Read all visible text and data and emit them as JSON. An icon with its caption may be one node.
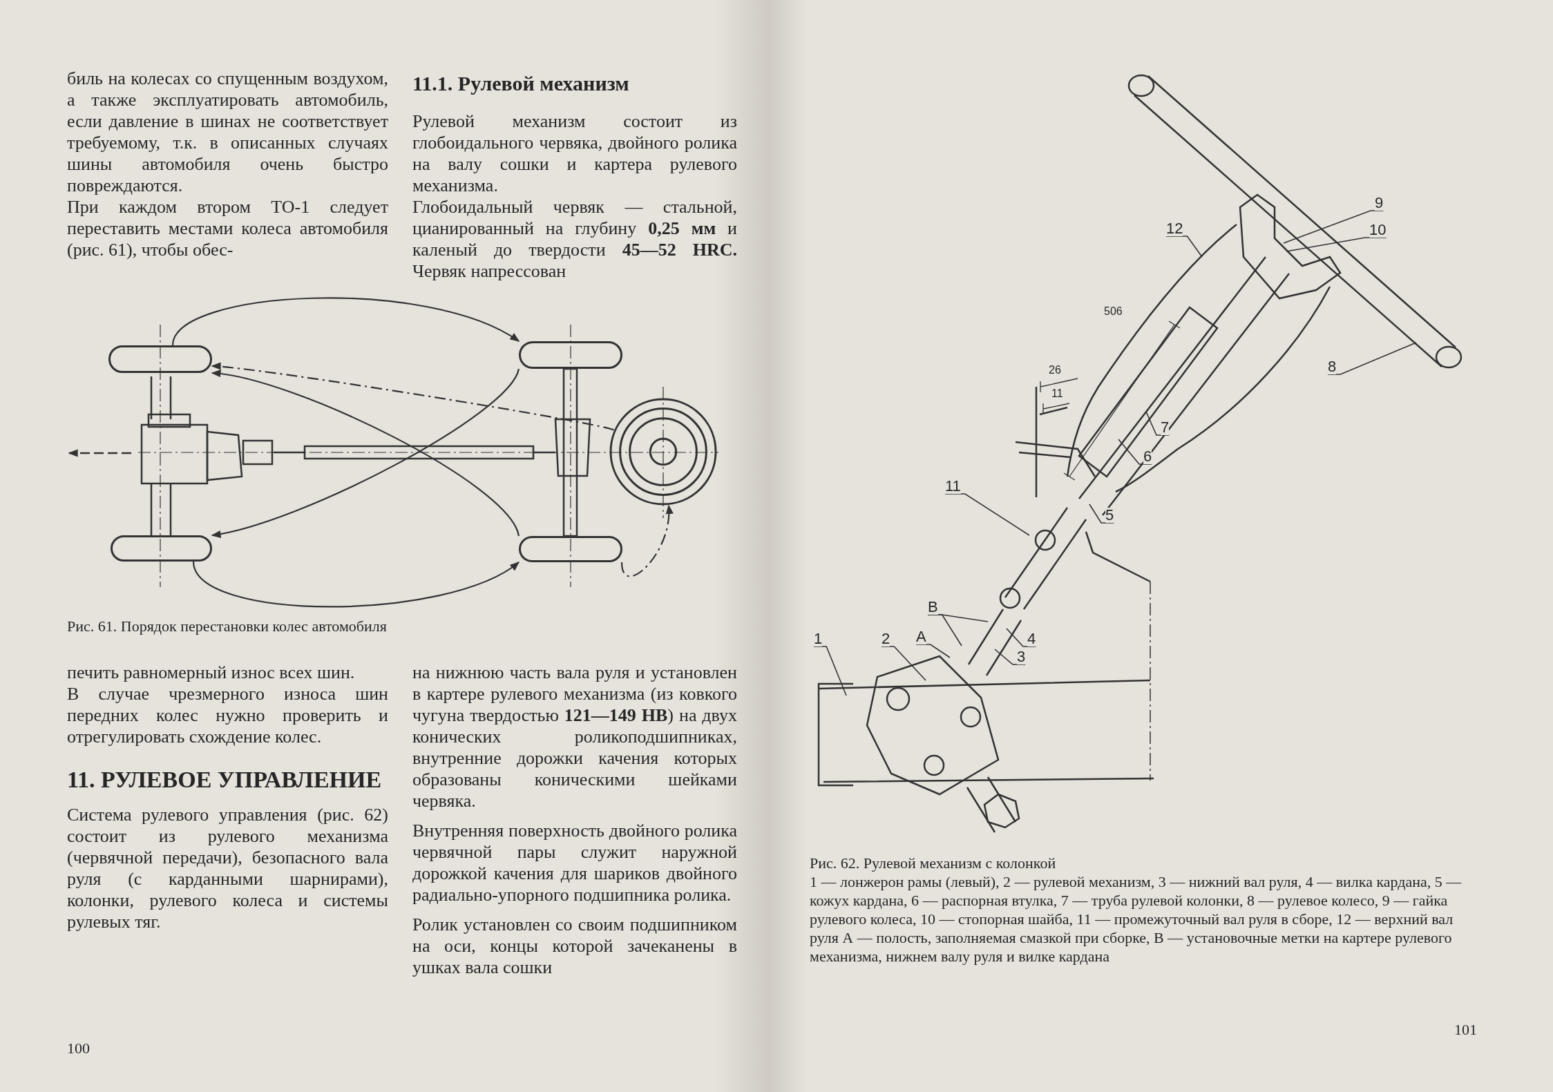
{
  "diagram": {
    "nodes": [
      {
        "text": [],
        "shape": "wheel"
      },
      {
        "text": [],
        "shape": "wheel"
      },
      {
        "text": [],
        "shape": "wheel"
      },
      {
        "text": [],
        "shape": "wheel"
      },
      {
        "text": [],
        "shape": "wheel"
      },
      {
        "text": [
          "9"
        ]
      },
      {
        "text": [
          "12"
        ]
      },
      {
        "text": [
          "10"
        ]
      },
      {
        "text": [
          "8"
        ]
      },
      {
        "text": [
          "7"
        ]
      },
      {
        "text": [
          "6"
        ]
      },
      {
        "text": [
          "11"
        ]
      },
      {
        "text": [
          "5"
        ]
      },
      {
        "text": [
          "В"
        ]
      },
      {
        "text": [
          "1"
        ]
      },
      {
        "text": [
          "2"
        ]
      },
      {
        "text": [
          "А"
        ]
      },
      {
        "text": [
          "4"
        ]
      },
      {
        "text": [
          "3"
        ]
      }
    ],
    "edges": [
      {
        "from": 0,
        "to": 2,
        "arrow": "to"
      },
      {
        "from": 4,
        "to": 0,
        "arrow": "to",
        "style": "dashed"
      },
      {
        "from": 3,
        "to": 0,
        "arrow": "to"
      },
      {
        "from": 2,
        "to": 1,
        "arrow": "to"
      },
      {
        "from": 1,
        "to": 3,
        "arrow": "to"
      },
      {
        "from": 3,
        "to": 4,
        "arrow": "to",
        "style": "dashed"
      },
      {
        "from": 5,
        "to": null,
        "arrow": "none"
      },
      {
        "from": 6,
        "to": null,
        "arrow": "none"
      },
      {
        "from": 7,
        "to": null,
        "arrow": "none"
      },
      {
        "from": 8,
        "to": null,
        "arrow": "none"
      },
      {
        "from": 9,
        "to": null,
        "arrow": "none"
      },
      {
        "from": 10,
        "to": null,
        "arrow": "none"
      },
      {
        "from": 11,
        "to": null,
        "arrow": "none"
      },
      {
        "from": 12,
        "to": null,
        "arrow": "none"
      },
      {
        "from": 13,
        "to": null,
        "arrow": "none"
      },
      {
        "from": 13,
        "to": null,
        "arrow": "none"
      },
      {
        "from": 14,
        "to": null,
        "arrow": "none"
      },
      {
        "from": 15,
        "to": null,
        "arrow": "none"
      },
      {
        "from": 16,
        "to": null,
        "arrow": "none"
      },
      {
        "from": 17,
        "to": null,
        "arrow": "none"
      },
      {
        "from": 18,
        "to": null,
        "arrow": "none"
      }
    ],
    "labels": [
      "биль на колесах со спущенным воздухом, а также эксплуатировать автомобиль, если давление в шинах не соответствует требуемому, т.к. в описанных случаях шины автомобиля очень быстро повреждаются.",
      "При каждом втором ТО-1 следует переставить местами колеса автомобиля (рис. 61), чтобы обес-",
      "Рис. 61. Порядок перестановки колес автомобиля",
      "печить равномерный износ всех шин.",
      "В случае чрезмерного износа шин передних колес нужно проверить и отрегулировать схождение колес.",
      "11. РУЛЕВОЕ УПРАВЛЕНИЕ",
      "Система рулевого управления (рис. 62) состоит из рулевого механизма (червячной передачи), безопасного вала руля (с карданными шарнирами), колонки, рулевого колеса и системы рулевых тяг.",
      "100",
      "11.1. Рулевой механизм",
      "Рулевой механизм состоит из глобоидального червяка, двойного ролика на валу сошки и картера рулевого механизма.",
      "Глобоидальный червяк — стальной, цианированный на глубину **0,25 мм** и каленый до твердости **45—52 HRC.** Червяк напрессован",
      "на нижнюю часть вала руля и установлен в картере рулевого механизма (из ковкого чугуна твердостью **121—149 HB**) на двух конических роликоподшипниках, внутренние дорожки качения которых образованы коническими шейками червяка.",
      "Внутренняя поверхность двойного ролика червячной пары служит наружной дорожкой качения для шариков двойного радиально-упорного подшипника ролика.",
      "Ролик установлен со своим подшипником на оси, концы которой зачеканены в ушках вала сошки",
      "506",
      "26",
      "11",
      "Рис. 62. Рулевой механизм с колонкой",
      "1 — лонжерон рамы (левый), 2 — рулевой механизм, 3 — нижний вал руля, 4 — вилка кардана, 5 — кожух кардана, 6 — распорная втулка, 7 — труба рулевой колонки, 8 — рулевое колесо, 9 — гайка рулевого колеса, 10 — стопорная шайба, 11 — промежуточный вал руля в сборе, 12 — верхний вал руля А — полость, заполняемая смазкой при сборке, В — установочные метки на картере рулевого механизма, нижнем валу руля и вилке кардана",
      "101"
    ]
  }
}
